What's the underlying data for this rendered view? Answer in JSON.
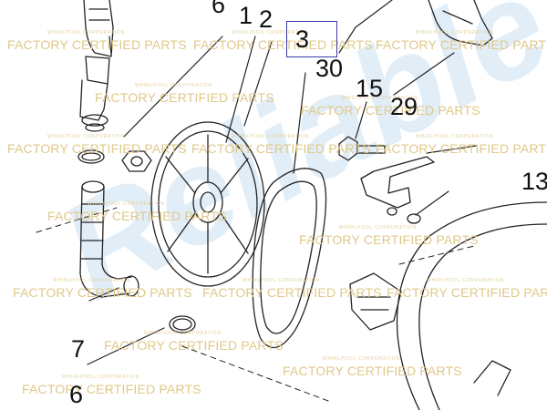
{
  "callouts": {
    "c1": "1",
    "c2": "2",
    "c3": "3",
    "c6_top": "6",
    "c6_bottom": "6",
    "c7": "7",
    "c13": "13",
    "c15": "15",
    "c29": "29",
    "c30": "30"
  },
  "watermark": {
    "main_text": "FACTORY CERTIFIED PARTS",
    "small_text": "WHIRLPOOL CORPORATION",
    "brand_text": "Reliable Parts"
  },
  "colors": {
    "watermark_text": "#e0c88a",
    "highlight_box": "#3a3aa8",
    "line_art": "#222222"
  }
}
